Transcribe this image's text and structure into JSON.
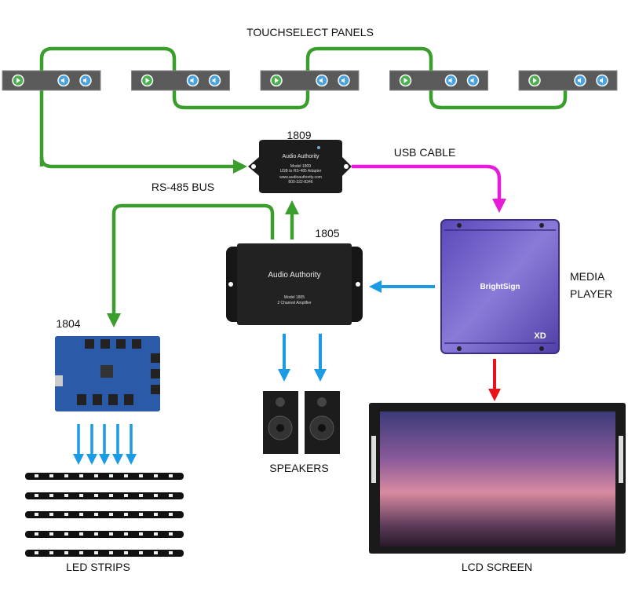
{
  "labels": {
    "panels": "TOUCHSELECT PANELS",
    "adapter": "1809",
    "usb": "USB CABLE",
    "rs485": "RS-485 BUS",
    "amp": "1805",
    "media_line1": "MEDIA",
    "media_line2": "PLAYER",
    "controller": "1804",
    "speakers": "SPEAKERS",
    "led": "LED STRIPS",
    "lcd": "LCD SCREEN"
  },
  "devices": {
    "adapter": {
      "brand": "Audio Authority",
      "model": "Model 1809",
      "desc": "USB to RS-485 Adapter",
      "web": "www.audioauthority.com",
      "phone": "800-322-8346"
    },
    "amp": {
      "brand": "Audio Authority",
      "model": "Model 1805",
      "desc": "2 Channel Amplifier"
    },
    "player": {
      "brand": "BrightSign",
      "badge": "XD"
    }
  },
  "colors": {
    "rs485": "#3a9e2c",
    "usb": "#e81cd8",
    "audio": "#1b9be3",
    "video": "#e8141a",
    "player": "#6a5ac8",
    "panel": "#5a5a5a"
  },
  "panel_count": 5
}
